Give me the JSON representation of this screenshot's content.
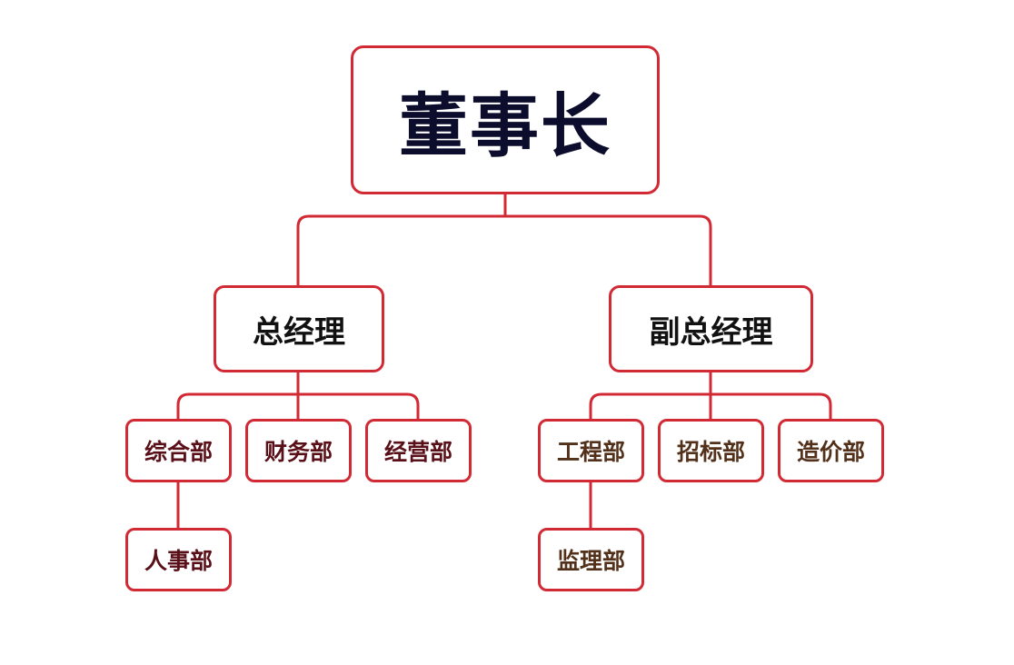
{
  "org_chart": {
    "root": {
      "label": "董事长"
    },
    "managers": [
      {
        "label": "总经理",
        "departments": [
          "综合部",
          "财务部",
          "经营部"
        ],
        "sub_departments": [
          {
            "parent": "综合部",
            "label": "人事部"
          }
        ]
      },
      {
        "label": "副总经理",
        "departments": [
          "工程部",
          "招标部",
          "造价部"
        ],
        "sub_departments": [
          {
            "parent": "工程部",
            "label": "监理部"
          }
        ]
      }
    ]
  },
  "colors": {
    "border": "#d22a35",
    "root_text": "#0c0c2c",
    "manager_text": "#111111",
    "dept_left_text": "#5a1018",
    "dept_right_text": "#52301a",
    "background": "#ffffff"
  }
}
